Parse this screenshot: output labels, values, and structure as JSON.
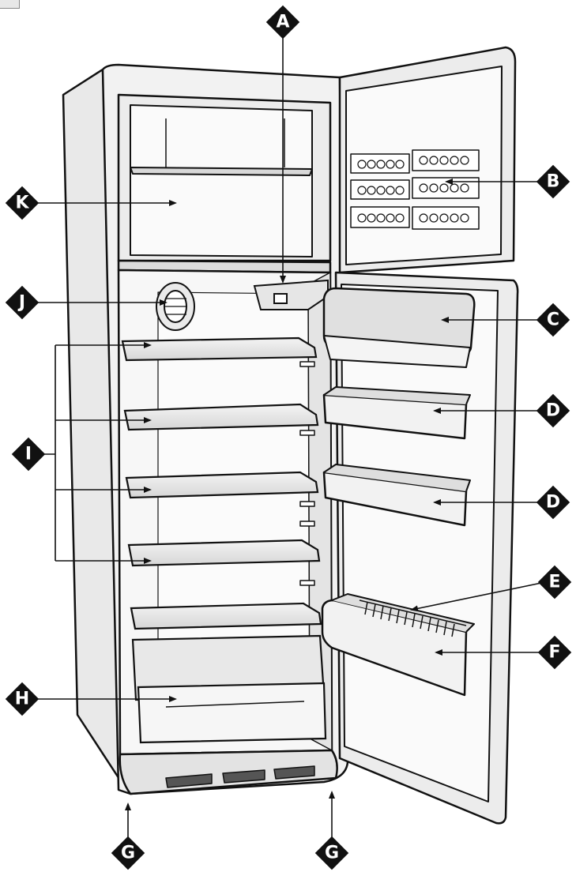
{
  "labels": {
    "a": "A",
    "b": "B",
    "c": "C",
    "d1": "D",
    "d2": "D",
    "e": "E",
    "f": "F",
    "g1": "G",
    "g2": "G",
    "h": "H",
    "i": "I",
    "j": "J",
    "k": "K"
  },
  "colors": {
    "ink": "#111111",
    "badge": "#111111",
    "badge_text": "#ffffff",
    "body_fill": "#ffffff",
    "shade": "#d9d9d9",
    "shade_dark": "#bdbdbd"
  }
}
